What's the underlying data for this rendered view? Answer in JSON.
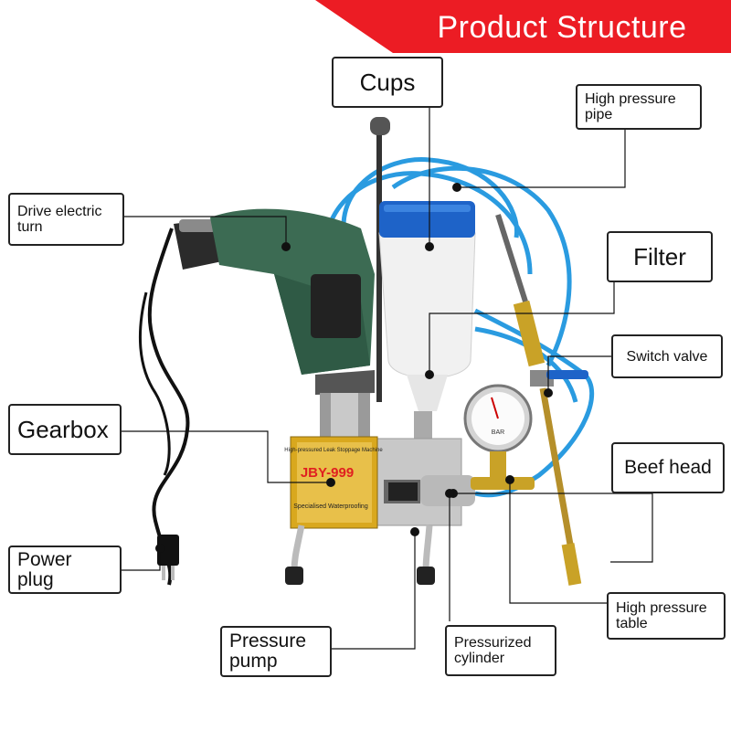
{
  "header": {
    "title": "Product Structure"
  },
  "plate": {
    "model": "JBY-999",
    "heading": "High-pressured Leak Stoppage Machine",
    "footer": "Specialised Waterproofing"
  },
  "gauge": {
    "dial_label": "BAR"
  },
  "colors": {
    "banner": "#ec1c24",
    "hose": "#2a9be0",
    "drill_body": "#3c6b53",
    "cup_lid": "#1e63c8",
    "brass": "#c9a227",
    "plate": "#d9a81e"
  },
  "labels": {
    "cups": "Cups",
    "high_pressure_pipe": "High pressure pipe",
    "drive_electric_turn": "Drive electric turn",
    "filter": "Filter",
    "switch_valve": "Switch valve",
    "gearbox": "Gearbox",
    "beef_head": "Beef head",
    "power_plug": "Power plug",
    "high_pressure_table": "High pressure table",
    "pressure_pump": "Pressure pump",
    "pressurized_cylinder": "Pressurized cylinder"
  }
}
